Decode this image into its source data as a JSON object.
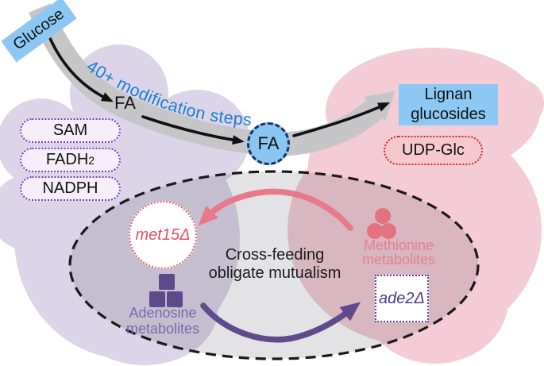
{
  "pathway": {
    "glucose": "Glucose",
    "steps": "40+ modification steps",
    "fa_band": "FA",
    "fa_node": "FA",
    "lignan_line1": "Lignan",
    "lignan_line2": "glucosides",
    "udp_glc": "UDP-Glc"
  },
  "cofactors": [
    {
      "label": "SAM",
      "sub": ""
    },
    {
      "label": "FADH",
      "sub": "2"
    },
    {
      "label": "NADPH",
      "sub": ""
    }
  ],
  "mutualism": {
    "title_line1": "Cross-feeding",
    "title_line2": "obligate mutualism",
    "met15": "met15Δ",
    "ade2": "ade2Δ",
    "adenosine_line1": "Adenosine",
    "adenosine_line2": "metabolites",
    "methionine_line1": "Methionine",
    "methionine_line2": "metabolites"
  },
  "colors": {
    "blue_box": "#8cc8f3",
    "blue_steps_text": "#1b7ed1",
    "fa_node_border": "#14346b",
    "gray_band": "#c6c5c8",
    "left_cell": "#dcd4e8",
    "right_cell": "#f3ccd5",
    "cofactor_pill_fill": "#f4effa",
    "cofactor_pill_border": "#7c3ab8",
    "udp_pill_fill": "#f6c9cf",
    "udp_pill_border": "#d8232b",
    "met15_text": "#e4505f",
    "met15_border": "#e4636e",
    "ade2_text": "#4a3a8a",
    "ade2_border": "#5b4496",
    "methionine_pink": "#e8798b",
    "adenosine_purple": "#5f4b8b",
    "adenosine_text": "#7a68ab",
    "ellipse_dash": "#1a1a1a"
  }
}
